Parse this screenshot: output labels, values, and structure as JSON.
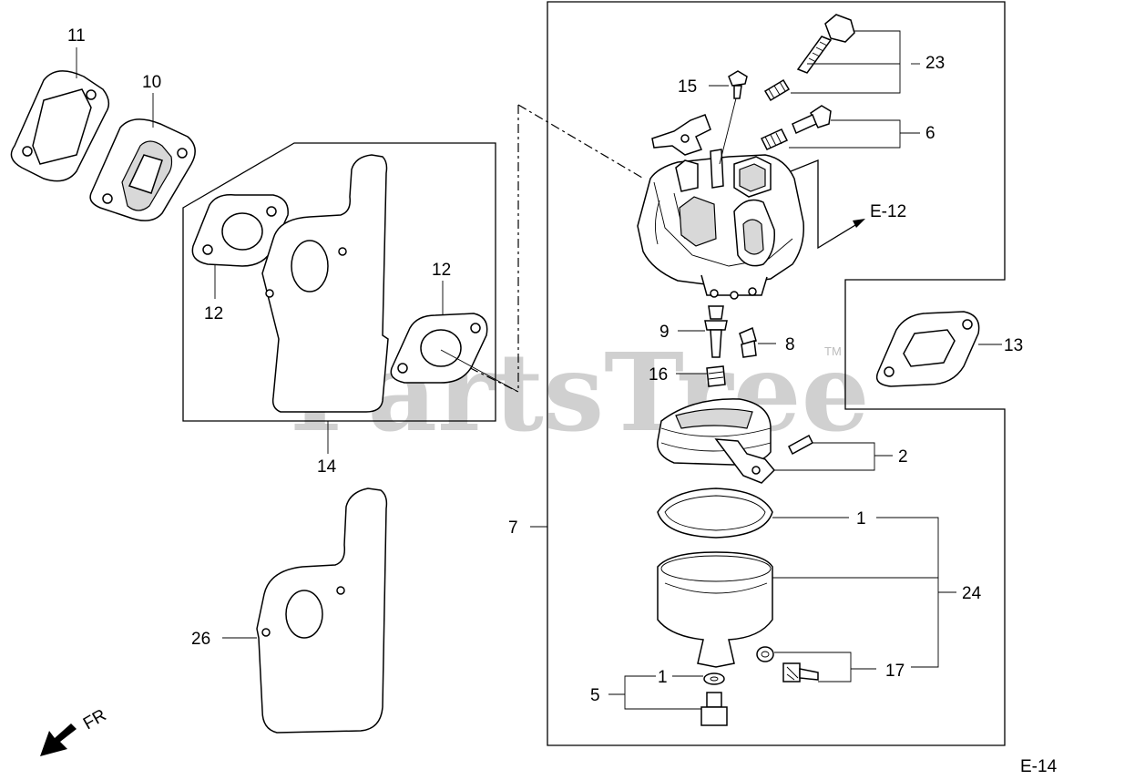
{
  "watermark": {
    "text": "PartsTree",
    "trademark": "TM"
  },
  "page_code": "E-14",
  "direction": {
    "label": "FR",
    "icon": "arrow-down-left-icon"
  },
  "references": {
    "upper_right": "E-12"
  },
  "callouts": {
    "c1a": "1",
    "c1b": "1",
    "c2": "2",
    "c5": "5",
    "c6": "6",
    "c7": "7",
    "c8": "8",
    "c9": "9",
    "c10": "10",
    "c11": "11",
    "c12a": "12",
    "c12b": "12",
    "c13": "13",
    "c14": "14",
    "c15": "15",
    "c16": "16",
    "c17": "17",
    "c23": "23",
    "c24": "24",
    "c26": "26"
  },
  "colors": {
    "line": "#000000",
    "watermark": "#c8c8c8",
    "background": "#ffffff"
  }
}
